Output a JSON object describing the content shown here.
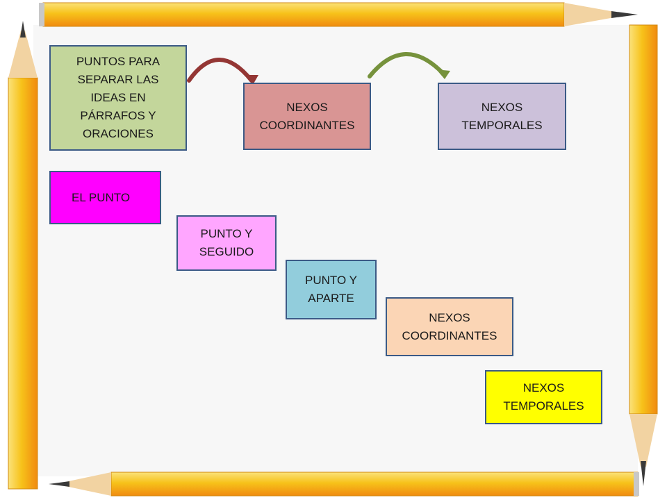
{
  "colors": {
    "pencil_yellow": "#f7c21a",
    "pencil_orange": "#f39a12",
    "pencil_wood": "#f2d3a2",
    "pencil_lead": "#3a3a3a",
    "box_border": "#3b5a86"
  },
  "top_row": {
    "main": {
      "text": "PUNTOS PARA\nSEPARAR LAS\nIDEAS EN\nPÁRRAFOS Y\nORACIONES",
      "color": "#c3d69b"
    },
    "second": {
      "text": "NEXOS\nCOORDINANTES",
      "color": "#d99594"
    },
    "third": {
      "text": "NEXOS\nTEMPORALES",
      "color": "#ccc1da"
    }
  },
  "steps": [
    {
      "text": "EL PUNTO",
      "color": "#ff00ff"
    },
    {
      "text": "PUNTO Y\nSEGUIDO",
      "color": "#ffa6ff"
    },
    {
      "text": "PUNTO Y\nAPARTE",
      "color": "#92cddc"
    },
    {
      "text": "NEXOS\nCOORDINANTES",
      "color": "#fbd5b5"
    },
    {
      "text": "NEXOS\nTEMPORALES",
      "color": "#ffff00"
    }
  ],
  "arrows": [
    {
      "name": "arrow-red-curved",
      "color": "#943634"
    },
    {
      "name": "arrow-green-curved",
      "color": "#76923c"
    }
  ]
}
